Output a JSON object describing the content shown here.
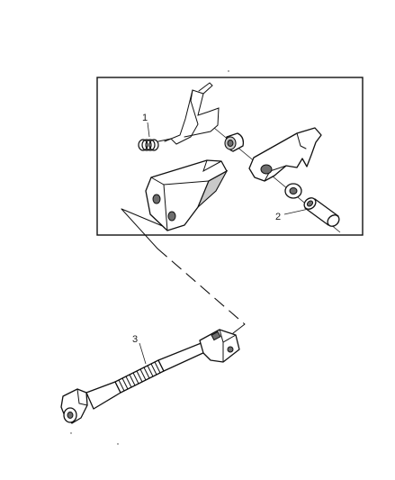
{
  "callouts": [
    {
      "id": "1",
      "label": "1"
    },
    {
      "id": "2",
      "label": "2"
    },
    {
      "id": "3",
      "label": "3"
    }
  ],
  "colors": {
    "line": "#111111",
    "shade": "#c9c9c9",
    "background": "#ffffff"
  }
}
